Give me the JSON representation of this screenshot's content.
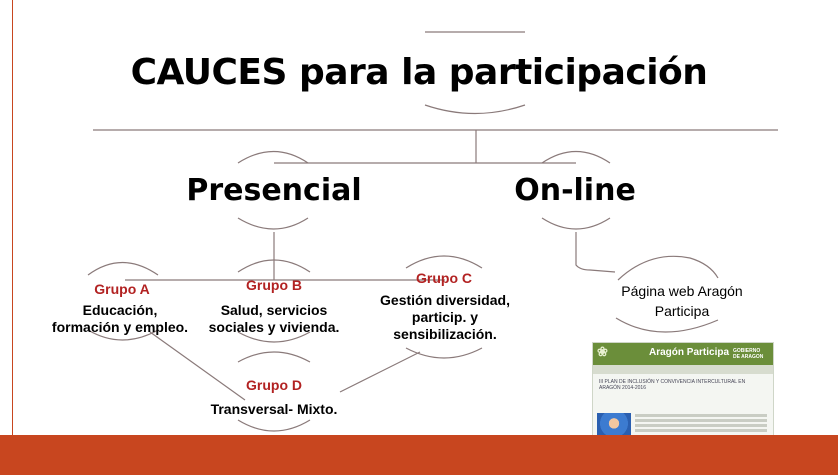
{
  "title": "CAUCES para la participación",
  "branches": {
    "presencial": "Presencial",
    "online": "On-line"
  },
  "groups": [
    {
      "label": "Grupo A",
      "desc": [
        "Educación,",
        "formación y empleo."
      ]
    },
    {
      "label": "Grupo B",
      "desc": [
        "Salud, servicios",
        "sociales y vivienda."
      ]
    },
    {
      "label": "Grupo C",
      "desc": [
        "Gestión diversidad,",
        "particip. y",
        "sensibilización."
      ]
    },
    {
      "label": "Grupo D",
      "desc": [
        "Transversal- Mixto."
      ]
    }
  ],
  "online_item": [
    "Página web Aragón",
    "Participa"
  ],
  "thumbnail": {
    "site_name": "Aragón Participa",
    "gov_label": [
      "GOBIERNO",
      "DE ARAGON"
    ],
    "heading": [
      "III PLAN DE INCLUSIÓN Y CONVIVENCIA INTERCULTURAL EN",
      "ARAGÓN 2014-2016"
    ]
  },
  "colors": {
    "group_label": "#b22222",
    "accent_footer": "#c8461f",
    "line": "#8a7a7a"
  }
}
